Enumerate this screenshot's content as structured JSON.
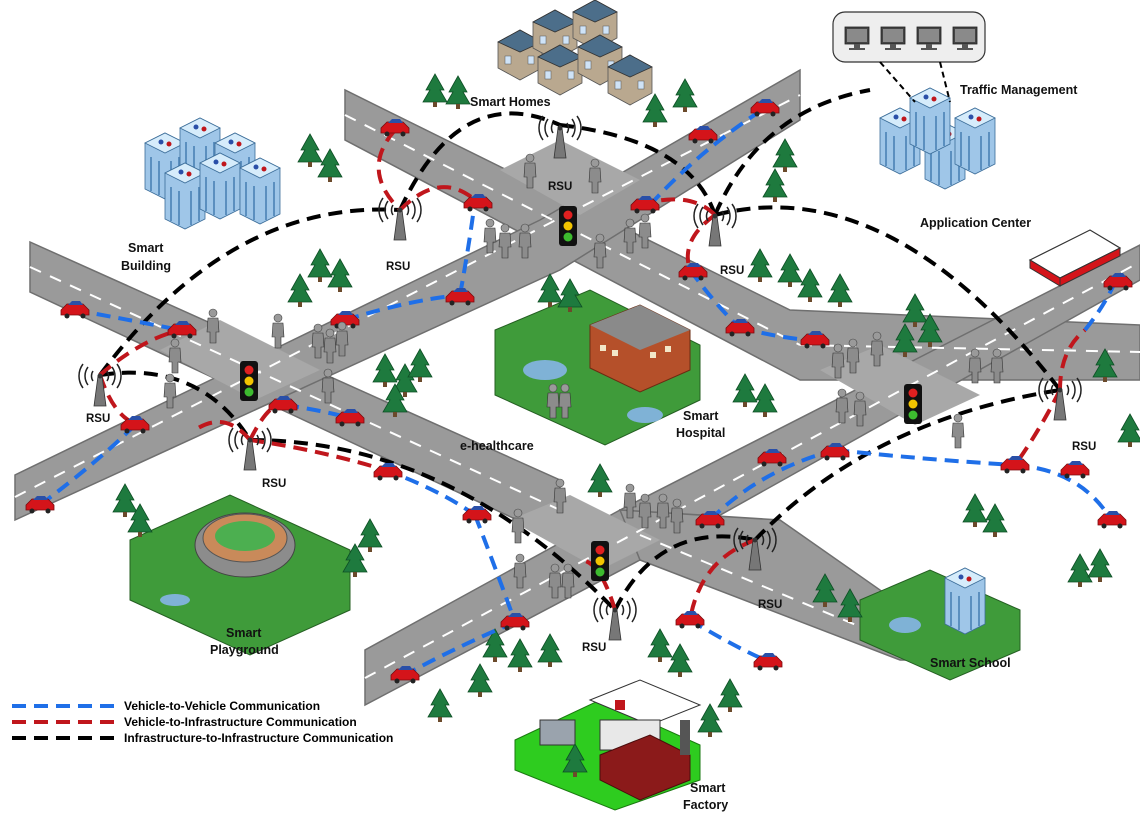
{
  "labels": {
    "smart_homes": "Smart Homes",
    "traffic_management": "Traffic Management",
    "application_center": "Application Center",
    "smart_building_1": "Smart",
    "smart_building_2": "Building",
    "smart_hospital_1": "Smart",
    "smart_hospital_2": "Hospital",
    "ehealthcare": "e-healthcare",
    "smart_playground_1": "Smart",
    "smart_playground_2": "Playground",
    "smart_school": "Smart School",
    "smart_factory_1": "Smart",
    "smart_factory_2": "Factory",
    "rsu": "RSU"
  },
  "legend": {
    "v2v": "Vehicle-to-Vehicle Communication",
    "v2i": "Vehicle-to-Infrastructure Communication",
    "i2i": "Infrastructure-to-Infrastructure Communication"
  },
  "colors": {
    "v2v": "#1f6fe8",
    "v2i": "#c0161c",
    "i2i": "#000000",
    "road": "#9a9a9a",
    "road_edge": "#6f6f6f",
    "grass": "#3f9b3a",
    "tree": "#1e7a3e",
    "car": "#d4141a"
  },
  "icons": {
    "tower": "rsu-antenna-icon",
    "car": "car-icon",
    "traffic_light": "traffic-light-icon",
    "person": "pedestrian-icon",
    "tree": "tree-icon",
    "monitor": "monitor-icon"
  }
}
